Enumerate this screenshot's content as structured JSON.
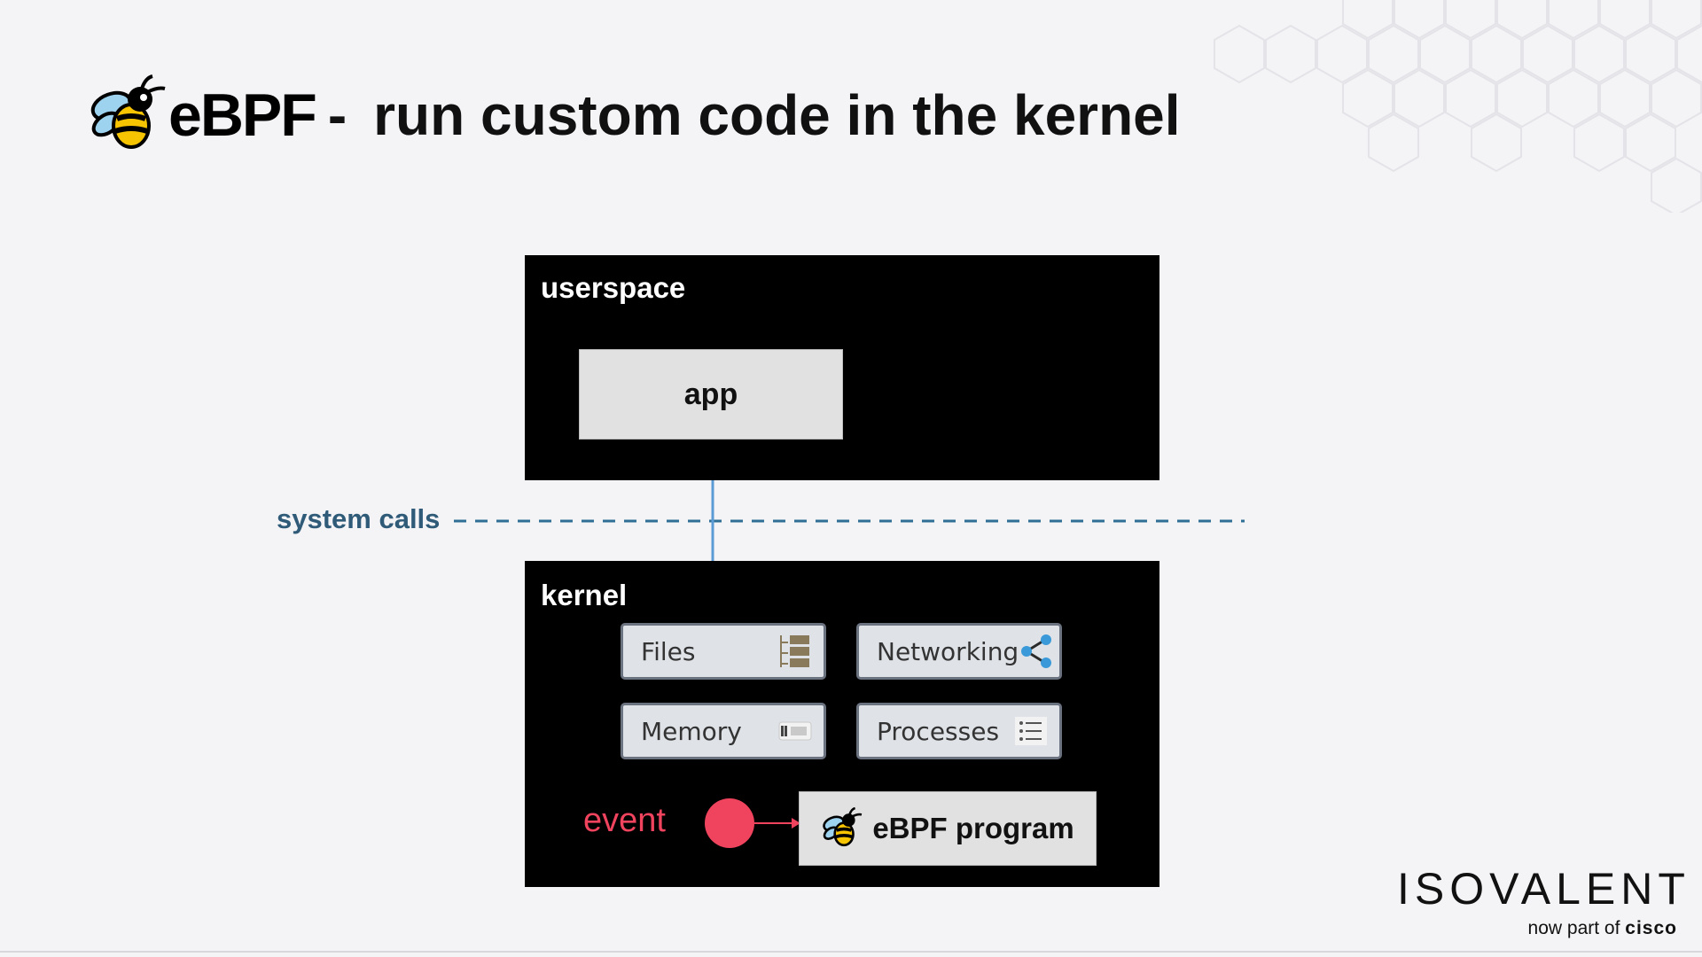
{
  "title": {
    "logo_text": "eBPF",
    "separator": "-",
    "heading": "run custom code in the kernel"
  },
  "userspace": {
    "label": "userspace",
    "app_label": "app"
  },
  "syscalls": {
    "label": "system calls"
  },
  "kernel": {
    "label": "kernel",
    "subsystems": [
      {
        "label": "Files",
        "icon": "files-icon"
      },
      {
        "label": "Networking",
        "icon": "share-icon"
      },
      {
        "label": "Memory",
        "icon": "memory-chip-icon"
      },
      {
        "label": "Processes",
        "icon": "process-list-icon"
      }
    ],
    "event_label": "event",
    "program_label": "eBPF program"
  },
  "branding": {
    "company": "ISOVALENT",
    "tagline_prefix": "now part of",
    "tagline_brand": "cisco"
  },
  "colors": {
    "background": "#f4f4f7",
    "box": "#000000",
    "syscall": "#2f5a78",
    "event": "#f0435e",
    "arrow": "#5b9bd5"
  }
}
